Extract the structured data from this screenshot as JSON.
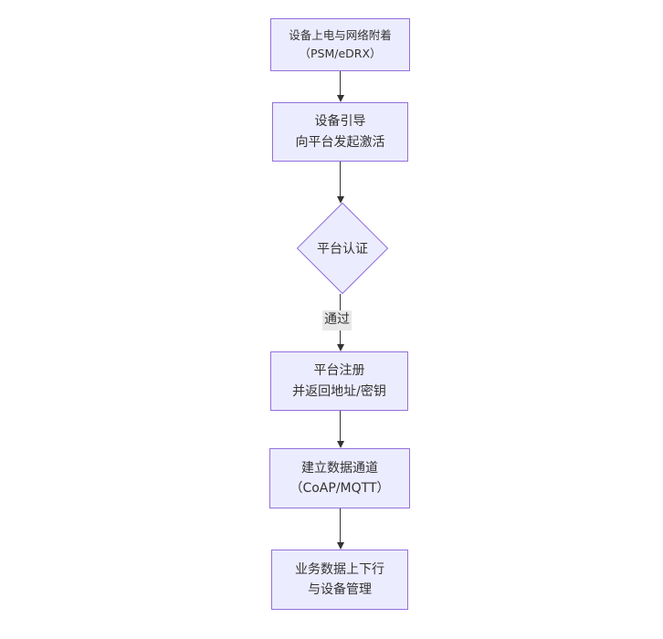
{
  "diagram": {
    "type": "flowchart",
    "direction": "top-down",
    "colors": {
      "background": "#ffffff",
      "node_fill": "#ECECFF",
      "node_border": "#9370DB",
      "text": "#333333",
      "arrow": "#333333",
      "edge_label_bg": "#e8e8e8"
    },
    "nodes": [
      {
        "id": "n1",
        "shape": "rect",
        "lines": [
          "设备上电与网络附着",
          "（PSM/eDRX）"
        ]
      },
      {
        "id": "n2",
        "shape": "rect",
        "lines": [
          "设备引导",
          "向平台发起激活"
        ]
      },
      {
        "id": "d1",
        "shape": "diamond",
        "lines": [
          "平台认证"
        ]
      },
      {
        "id": "n3",
        "shape": "rect",
        "lines": [
          "平台注册",
          "并返回地址/密钥"
        ]
      },
      {
        "id": "n4",
        "shape": "rect",
        "lines": [
          "建立数据通道",
          "（CoAP/MQTT）"
        ]
      },
      {
        "id": "n5",
        "shape": "rect",
        "lines": [
          "业务数据上下行",
          "与设备管理"
        ]
      }
    ],
    "edges": [
      {
        "from": "n1",
        "to": "n2",
        "label": ""
      },
      {
        "from": "n2",
        "to": "d1",
        "label": ""
      },
      {
        "from": "d1",
        "to": "n3",
        "label": "通过"
      },
      {
        "from": "n3",
        "to": "n4",
        "label": ""
      },
      {
        "from": "n4",
        "to": "n5",
        "label": ""
      }
    ]
  }
}
